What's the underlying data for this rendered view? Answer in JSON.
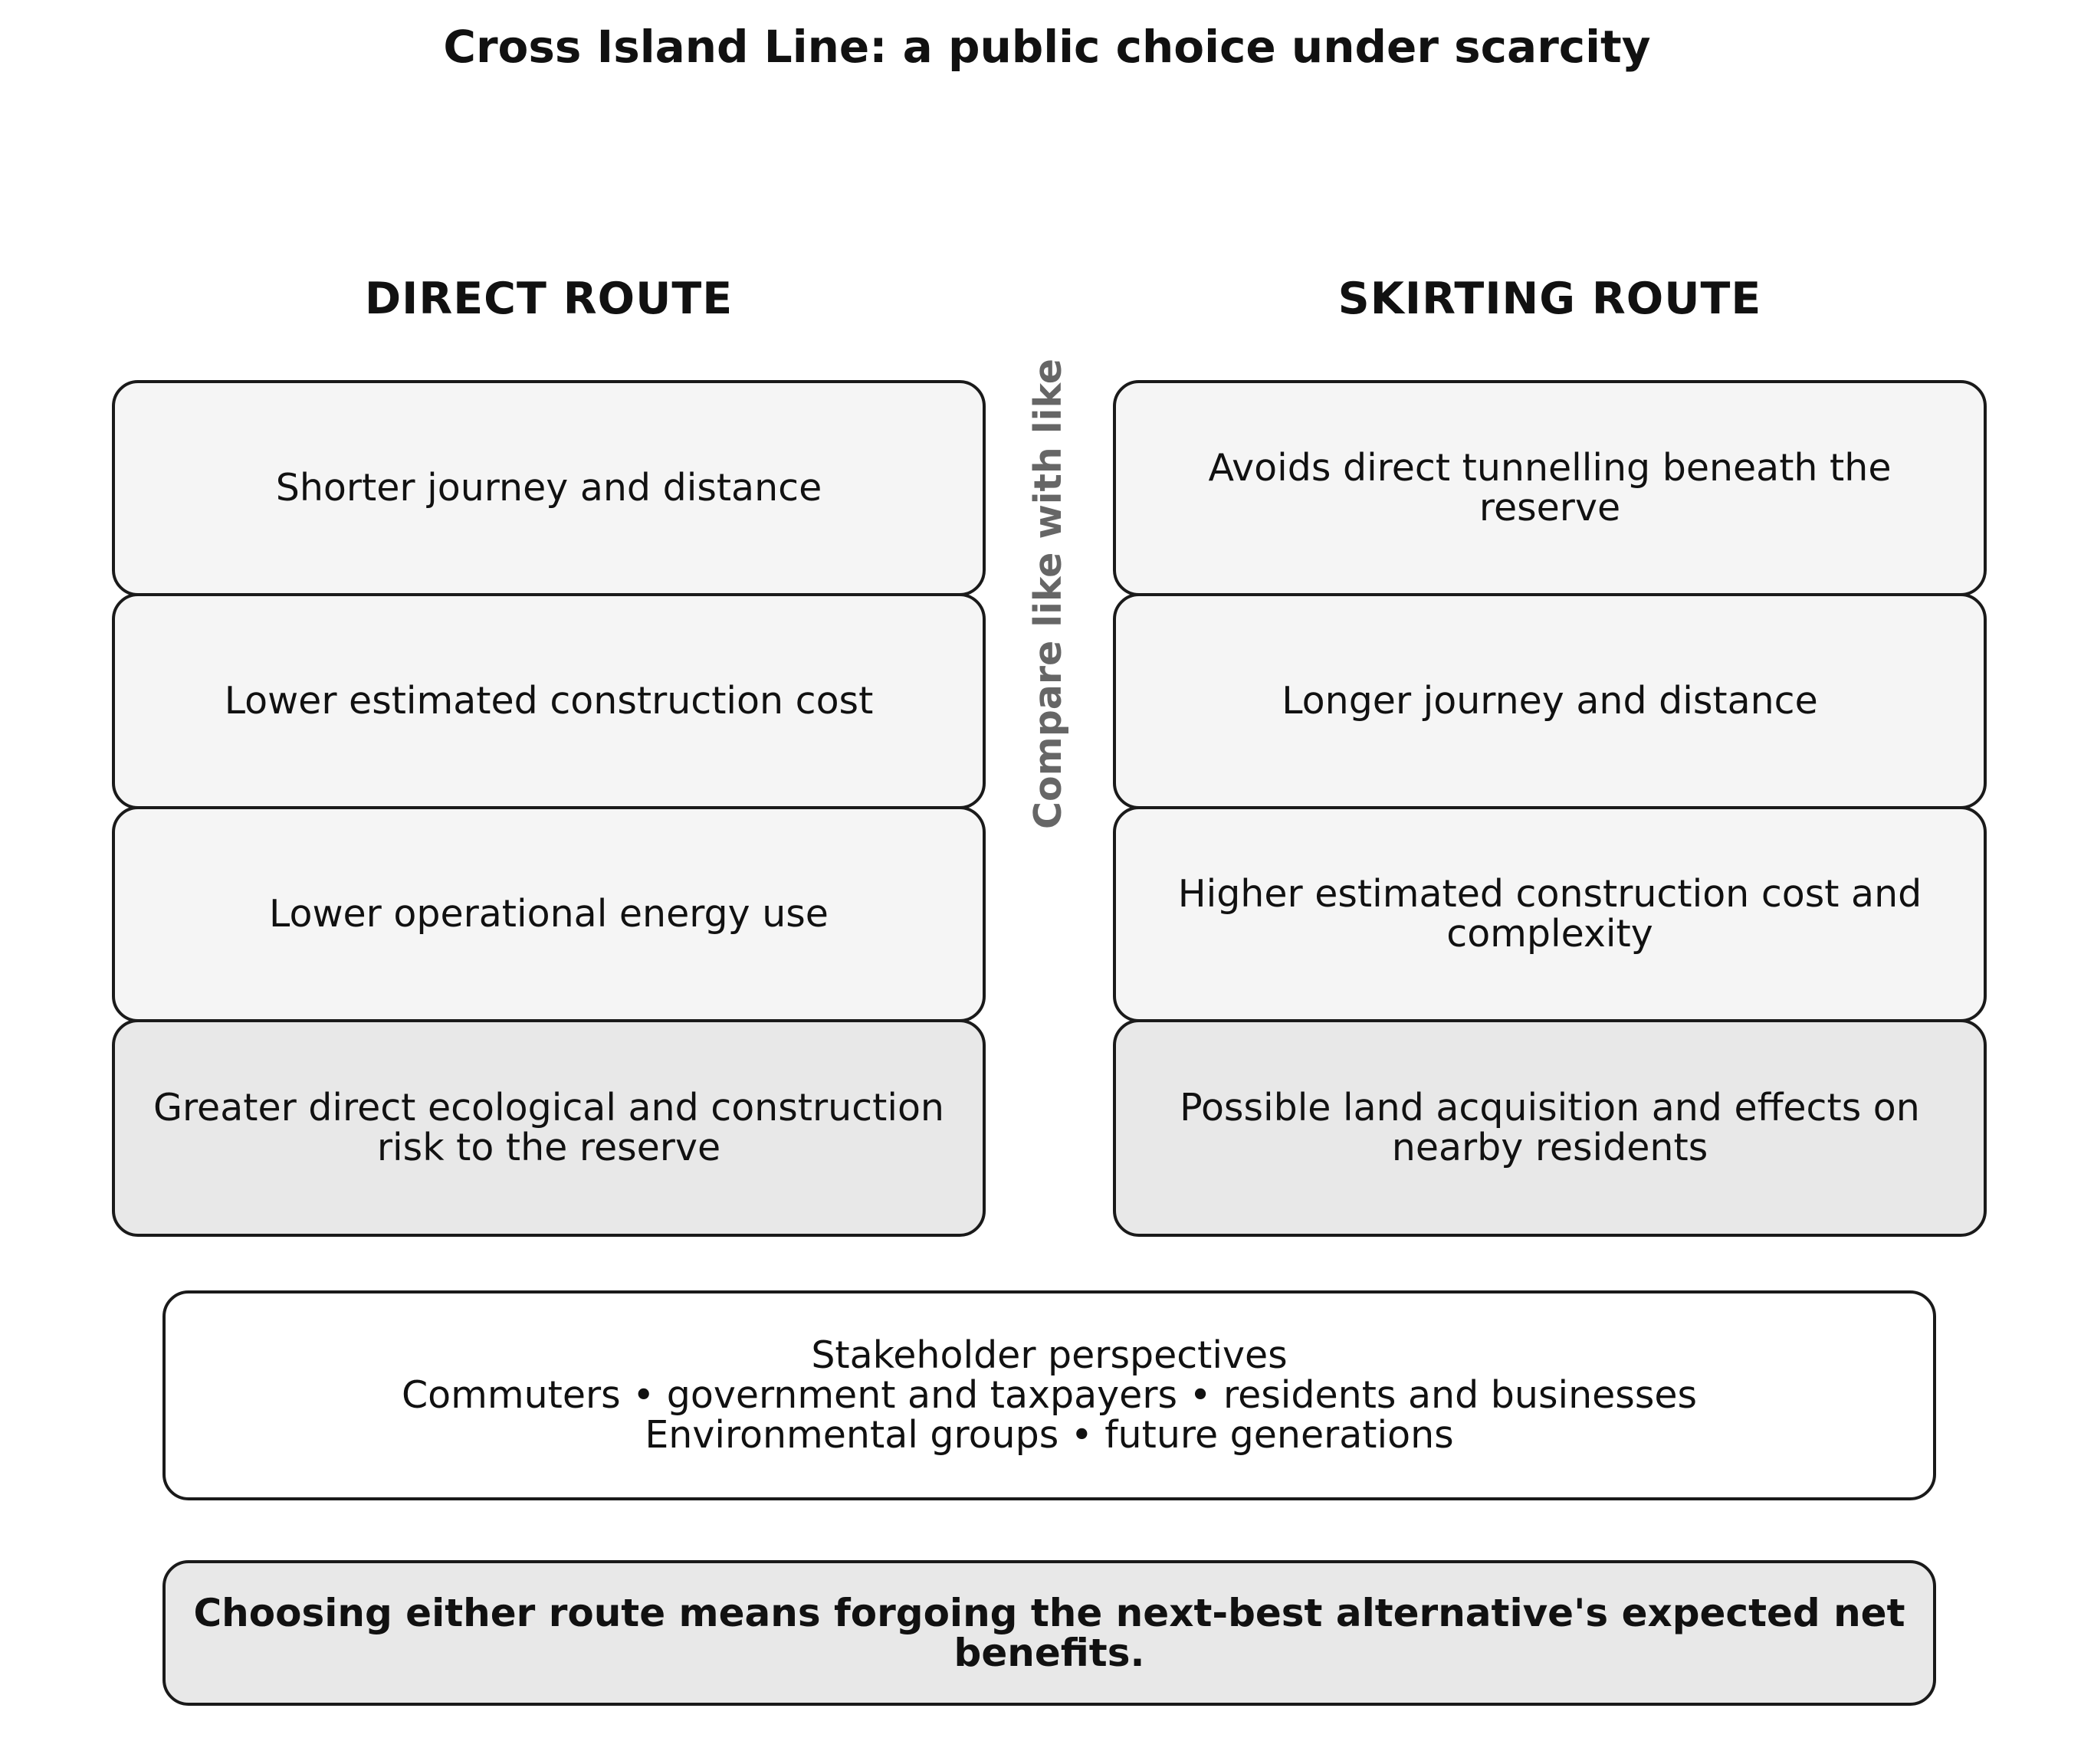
{
  "title": "Cross Island Line: a public choice under scarcity",
  "direct": {
    "heading": "DIRECT ROUTE",
    "items": [
      "Shorter journey and distance",
      "Lower estimated construction cost",
      "Lower operational energy use",
      "Greater direct ecological and construction risk to the reserve"
    ]
  },
  "skirting": {
    "heading": "SKIRTING ROUTE",
    "items": [
      "Avoids direct tunnelling beneath the reserve",
      "Longer journey and distance",
      "Higher estimated construction cost and complexity",
      "Possible land acquisition and effects on nearby residents"
    ]
  },
  "compare_label": "Compare like with like",
  "stakeholders": {
    "heading": "Stakeholder perspectives",
    "line1": "Commuters • government and taxpayers • residents and businesses",
    "line2": "Environmental groups • future generations"
  },
  "conclusion": "Choosing either route means forgoing the next-best alternative's expected net benefits.",
  "colors": {
    "card_fill": "#f5f5f5",
    "risk_card_fill": "#e8e8e8",
    "border": "#1a1a1a",
    "compare_label": "#666666"
  }
}
